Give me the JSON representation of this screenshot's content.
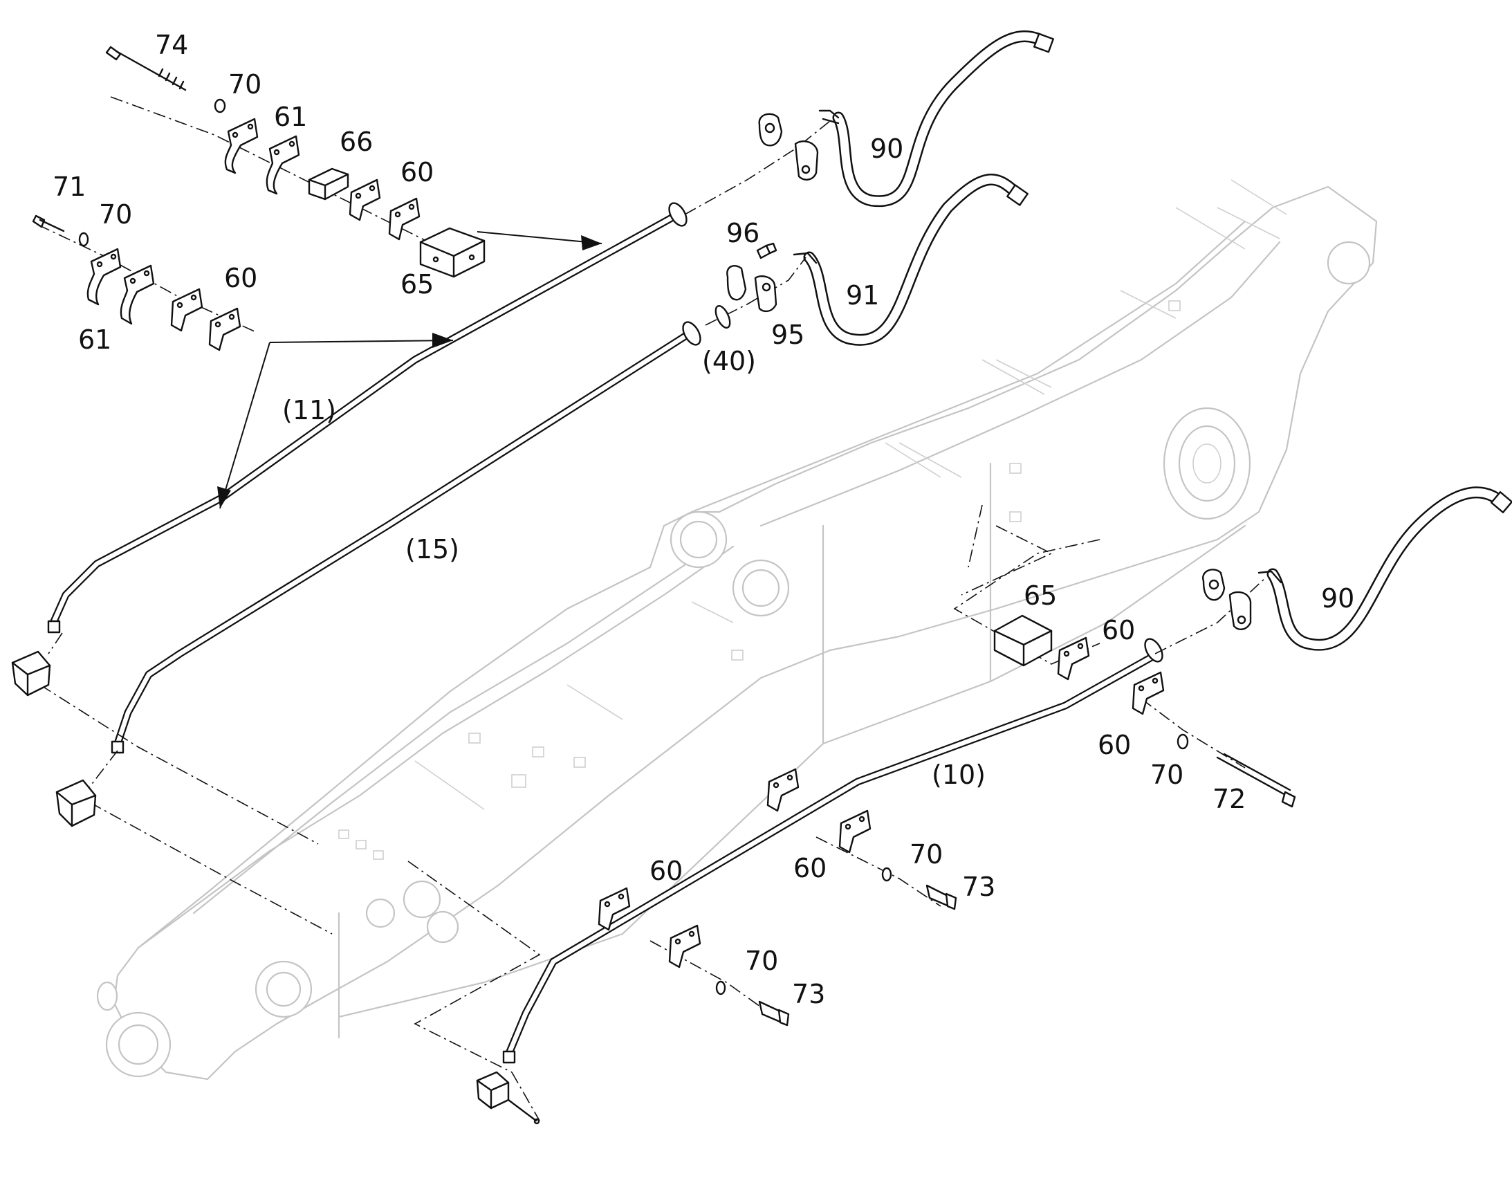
{
  "callouts": {
    "c74": "74",
    "c70_top": "70",
    "c61_top": "61",
    "c66": "66",
    "c60_top": "60",
    "c71": "71",
    "c70_left": "70",
    "c60_left": "60",
    "c61_left": "61",
    "c65_top": "65",
    "c90_top": "90",
    "c96": "96",
    "c91": "91",
    "c95": "95",
    "c40": "(40)",
    "c11": "(11)",
    "c15": "(15)",
    "c65_right": "65",
    "c60_right": "60",
    "c90_right": "90",
    "c60_mid_right": "60",
    "c70_mid_right": "70",
    "c72": "72",
    "c10": "(10)",
    "c60_lower_top": "60",
    "c60_lower_bot": "60",
    "c70_lower1": "70",
    "c73_lower1": "73",
    "c70_lower2": "70",
    "c73_lower2": "73"
  },
  "colors": {
    "ink": "#111111",
    "ghost_structure": "#c4c4c4",
    "background": "#ffffff"
  },
  "icons": {
    "boom_structure": "boom-outline",
    "pipe_clamp": "clamp-half",
    "flange_clamp": "split-flange",
    "bolt": "bolt",
    "washer": "washer",
    "hose": "hydraulic-hose",
    "o_ring": "o-ring"
  }
}
